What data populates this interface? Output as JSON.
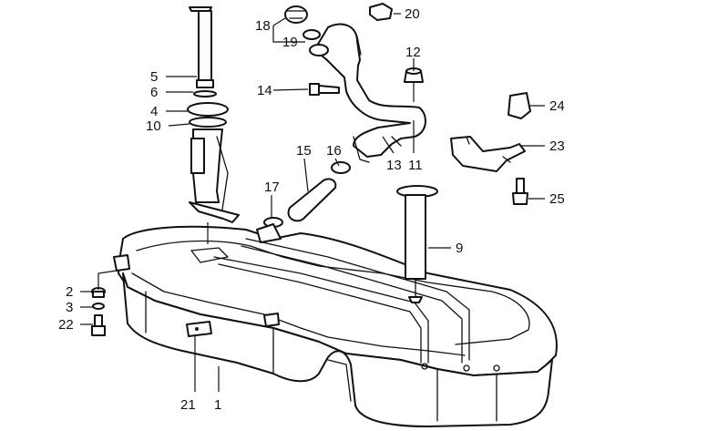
{
  "labels": {
    "l1": "1",
    "l2": "2",
    "l3": "3",
    "l4": "4",
    "l5": "5",
    "l6": "6",
    "l9": "9",
    "l10": "10",
    "l11": "11",
    "l12": "12",
    "l13": "13",
    "l14": "14",
    "l15": "15",
    "l16": "16",
    "l17": "17",
    "l18": "18",
    "l19": "19",
    "l20": "20",
    "l21": "21",
    "l22": "22",
    "l23": "23",
    "l24": "24",
    "l25": "25"
  },
  "colors": {
    "line": "#111111",
    "background": "#ffffff"
  }
}
